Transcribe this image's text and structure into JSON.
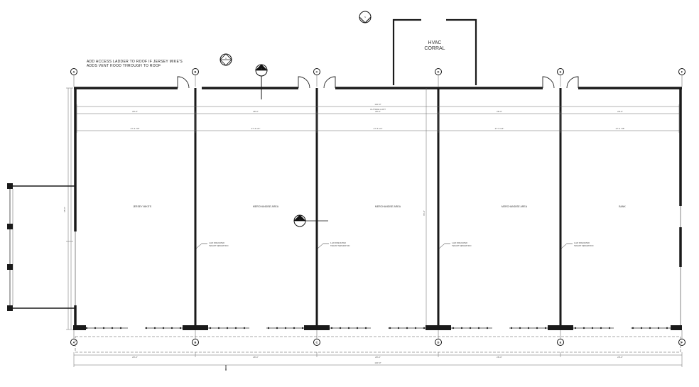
{
  "notes": {
    "line1": "ADD ACCESS LADDER TO ROOF IF JERSEY MIKE'S",
    "line2": "ADDS VENT HOOD THROUGH TO ROOF"
  },
  "hvac": {
    "line1": "HVAC",
    "line2": "CORRAL"
  },
  "grid_top": [
    "A",
    "B",
    "C",
    "D",
    "E",
    "F"
  ],
  "grid_bottom": [
    "A",
    "B",
    "C",
    "D",
    "E",
    "F"
  ],
  "rooms": [
    {
      "label": "JERSEY MIKE'S"
    },
    {
      "label": "MERCHANDISE AREA"
    },
    {
      "label": "MERCHANDISE AREA"
    },
    {
      "label": "MERCHANDISE AREA"
    },
    {
      "label": "BANK"
    }
  ],
  "wall_tags": [
    {
      "line1": "1-HR FIRE RATED",
      "line2": "TENANT SEPARATION"
    },
    {
      "line1": "1-HR FIRE RATED",
      "line2": "TENANT SEPARATION"
    },
    {
      "line1": "1-HR FIRE RATED",
      "line2": "TENANT SEPARATION"
    },
    {
      "line1": "1-HR FIRE RATED",
      "line2": "TENANT SEPARATION"
    }
  ],
  "dimensions": {
    "overall_top": "140'-0\"",
    "overall_top_sub": "OUTSIDE LOPT",
    "bays_top": [
      "28'-0\"",
      "28'-0\"",
      "28'-0\"",
      "28'-0\"",
      "28'-0\""
    ],
    "bays_inner": [
      "27'-4 7/8\"",
      "27'-4 1/4\"",
      "27'-5 1/4\"",
      "27'-5 1/4\"",
      "27'-4 7/8\""
    ],
    "bays_bottom": [
      "28'-0\"",
      "28'-0\"",
      "28'-0\"",
      "28'-0\"",
      "28'-0\""
    ],
    "overall_bottom": "140'-0\"",
    "depth_left": "65'-0\"",
    "depth_mid": "65'-0\""
  },
  "section_markers": [
    "A",
    "B",
    "C",
    "D"
  ],
  "colors": {
    "wall": "#1a1a1a",
    "line": "#333333",
    "dim": "#777777"
  }
}
